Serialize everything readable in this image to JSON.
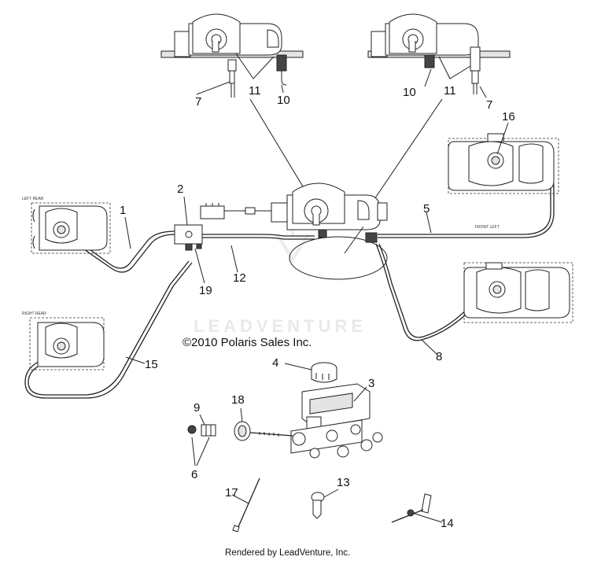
{
  "callouts": [
    "1",
    "2",
    "3",
    "4",
    "5",
    "6",
    "7",
    "7",
    "8",
    "9",
    "10",
    "10",
    "11",
    "11",
    "12",
    "13",
    "14",
    "15",
    "16",
    "17",
    "18",
    "19"
  ],
  "caliper_labels": {
    "left_rear": "LEFT REAR",
    "right_rear": "RIGHT REAR",
    "front_left": "FRONT LEFT"
  },
  "copyright": "©2010 Polaris Sales Inc.",
  "watermark": "LEADVENTURE",
  "footer": "Rendered by LeadVenture, Inc."
}
